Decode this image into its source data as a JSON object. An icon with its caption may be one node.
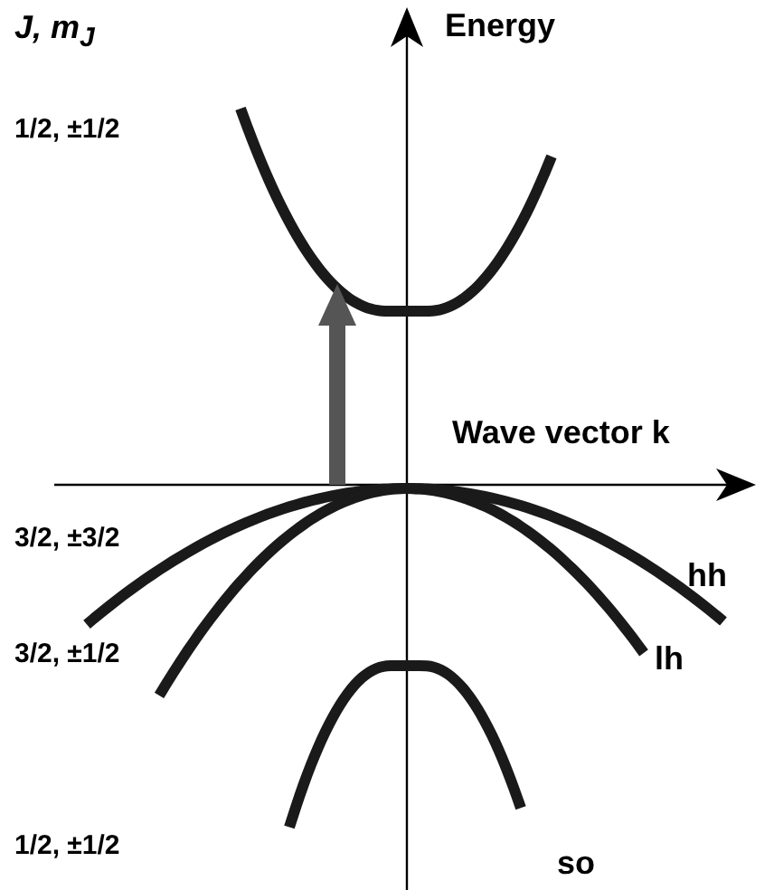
{
  "diagram": {
    "labels": [
      "J, m$_{J}$",
      "Energy",
      "1/2, ±1/2",
      "Wave vector k",
      "3/2, ±3/2",
      "hh",
      "lh",
      "3/2, ±1/2",
      "so",
      "1/2, ±1/2"
    ]
  }
}
